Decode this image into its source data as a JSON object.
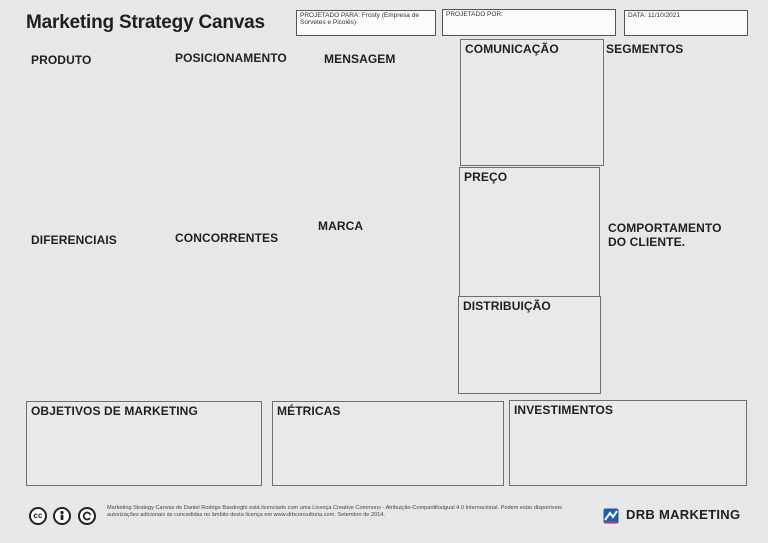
{
  "header": {
    "title": "Marketing Strategy Canvas",
    "projetado_para": "PROJETADO PARA: Frosty (Empresa de Sorvetes e Picolés)",
    "projetado_por": "PROJETADO POR:",
    "data": "DATA: 11/10/2021"
  },
  "sections": {
    "produto": "PRODUTO",
    "posicionamento": "POSICIONAMENTO",
    "mensagem": "MENSAGEM",
    "comunicacao": "COMUNICAÇÃO",
    "segmentos": "SEGMENTOS",
    "diferenciais": "DIFERENCIAIS",
    "concorrentes": "CONCORRENTES",
    "marca": "MARCA",
    "preco": "PREÇO",
    "comportamento": "COMPORTAMENTO DO CLIENTE.",
    "distribuicao": "DISTRIBUIÇÃO",
    "objetivos": "OBJETIVOS DE MARKETING",
    "metricas": "MÉTRICAS",
    "investimentos": "INVESTIMENTOS"
  },
  "footer": {
    "license_text": "Marketing Strategy Canvas de Daniel Rodrigo Basdreghi está licenciado com uma Licença Creative Commons - Atribuição-CompartilhaIgual 4.0 Internacional. Podem estar disponíveis autorizações adicionais às concedidas no âmbito desta licença em www.drbconsultoria.com. Setembro de 2014.",
    "cc_icons": [
      "cc-icon",
      "by-icon",
      "sa-icon"
    ],
    "brand": "DRB MARKETING",
    "brand_icon": "drb-logo-icon",
    "brand_color": "#1d5fae"
  }
}
